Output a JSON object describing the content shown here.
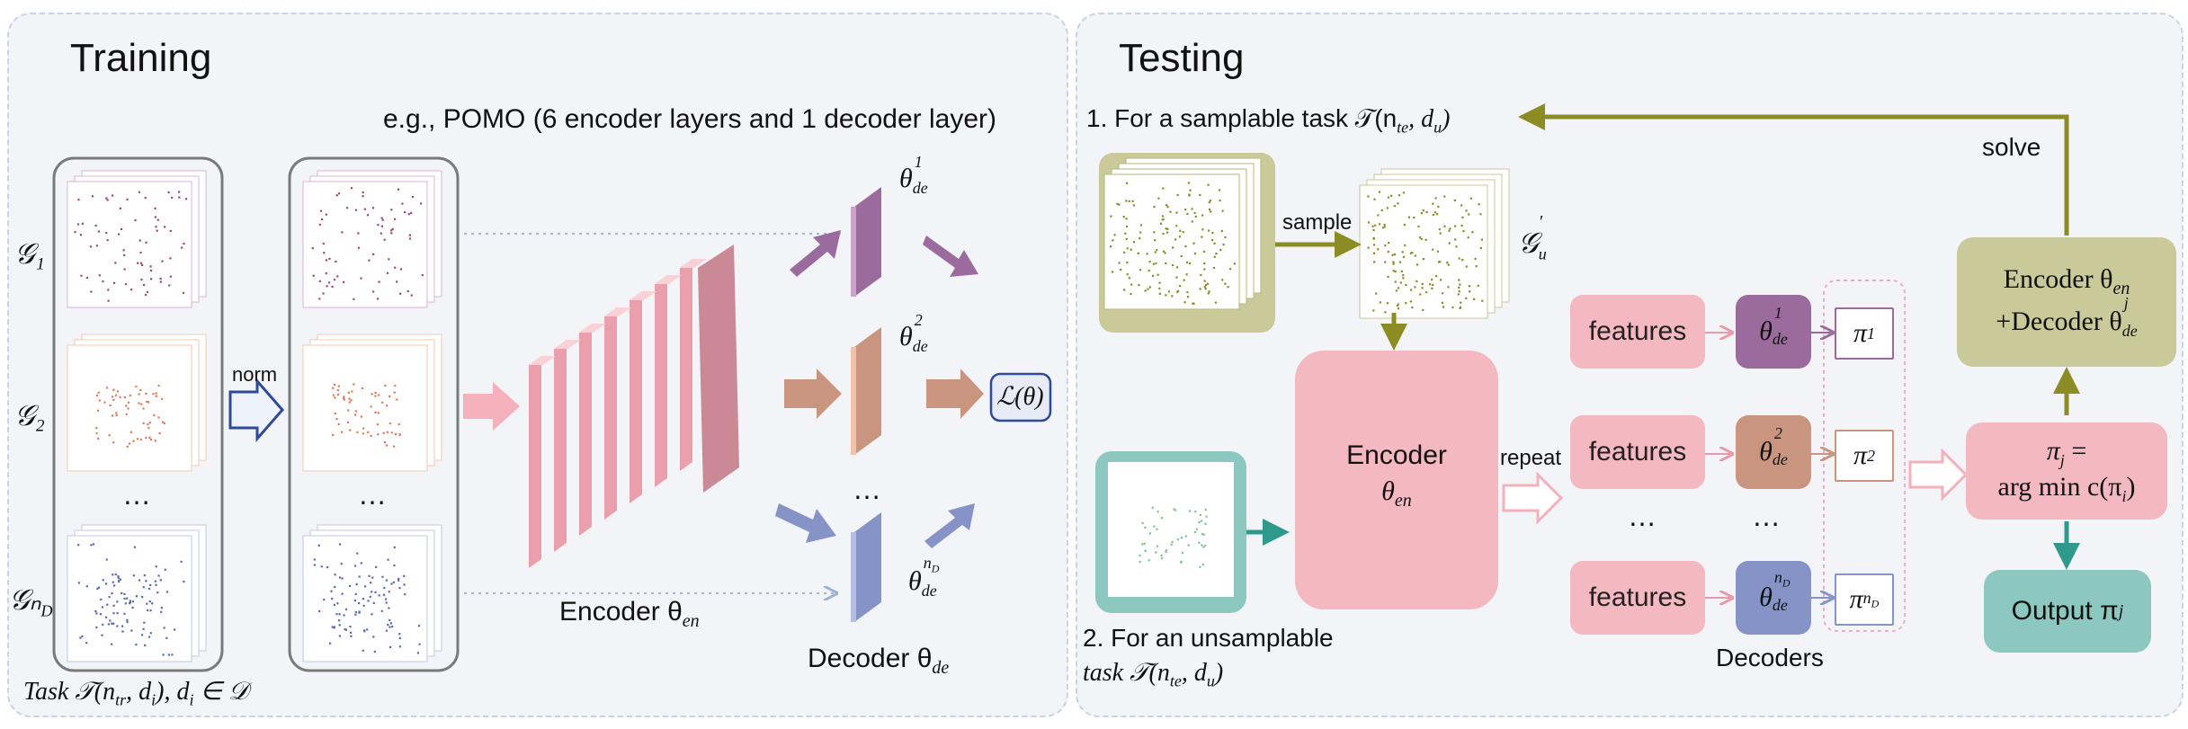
{
  "training": {
    "title": "Training",
    "example_note": "e.g., POMO (6 encoder layers and 1 decoder layer)",
    "graph_labels": [
      "𝒢₁",
      "𝒢₂",
      "𝒢ₙᴰ"
    ],
    "graph_label_1": "𝒢₁",
    "graph_label_2": "𝒢₂",
    "graph_label_n": "𝒢ₙ",
    "graph_label_n_sub": "D",
    "ellipsis": "…",
    "norm_label": "norm",
    "encoder_label": "Encoder θ",
    "encoder_sub": "en",
    "decoder_label": "Decoder θ",
    "decoder_sub": "de",
    "theta_de_1": "θ",
    "theta_de_1_sup": "1",
    "theta_de_2_sup": "2",
    "theta_de_n_sup": "n",
    "theta_de_n_sup_sub": "D",
    "theta_de_sub": "de",
    "loss_label": "ℒ(θ)",
    "task_label": "Task 𝒯(n",
    "task_sub": "tr",
    "task_rest": ", d",
    "task_i": "i",
    "task_end": "), d",
    "task_member": " ∈ 𝒟",
    "colors": {
      "purple": "#9b6b9e",
      "orange": "#c99a83",
      "blue": "#8593c6",
      "pink": "#f4b0bb",
      "encoder_dark": "#c98a95"
    }
  },
  "testing": {
    "title": "Testing",
    "samplable_label": "1. For a samplable task 𝒯(n",
    "samplable_sub1": "te",
    "samplable_mid": ", d",
    "samplable_sub2": "u",
    "samplable_end": ")",
    "sample_label": "sample",
    "graph_label": "𝒢",
    "graph_sub": "u",
    "graph_sup": "′",
    "solve_label": "solve",
    "encoder_title": "Encoder",
    "encoder_theta": "θ",
    "encoder_sub": "en",
    "repeat_label": "repeat",
    "unsamplable_line1": "2. For an unsamplable",
    "unsamplable_line2": "task 𝒯(n",
    "unsamplable_sub1": "te",
    "unsamplable_mid": ", d",
    "unsamplable_sub2": "u",
    "unsamplable_end": ")",
    "features_label": "features",
    "decoders_label": "Decoders",
    "pi": "π",
    "pi_sub_1": "1",
    "pi_sub_2": "2",
    "pi_sub_n": "n",
    "pi_sub_n_sub": "D",
    "enc_dec_line1": "Encoder θ",
    "enc_dec_line1_sub": "en",
    "enc_dec_line2": "+Decoder θ",
    "enc_dec_line2_sup": "j",
    "enc_dec_line2_sub": "de",
    "argmin_line1": "π",
    "argmin_line1_sub": "j",
    "argmin_line1_end": " =",
    "argmin_line2": "arg min  c(π",
    "argmin_line2_sub": "i",
    "argmin_line2_end": ")",
    "output_label": "Output π",
    "output_sub": "j",
    "colors": {
      "olive": "#8c8c24",
      "teal": "#2f9a8c",
      "olive_box": "#c9c99a",
      "teal_box": "#8cc7c0",
      "pink_box": "#f4b8c1",
      "theta_1": "#9b6b9e",
      "theta_2": "#c9957f",
      "theta_n": "#8593c6"
    }
  }
}
